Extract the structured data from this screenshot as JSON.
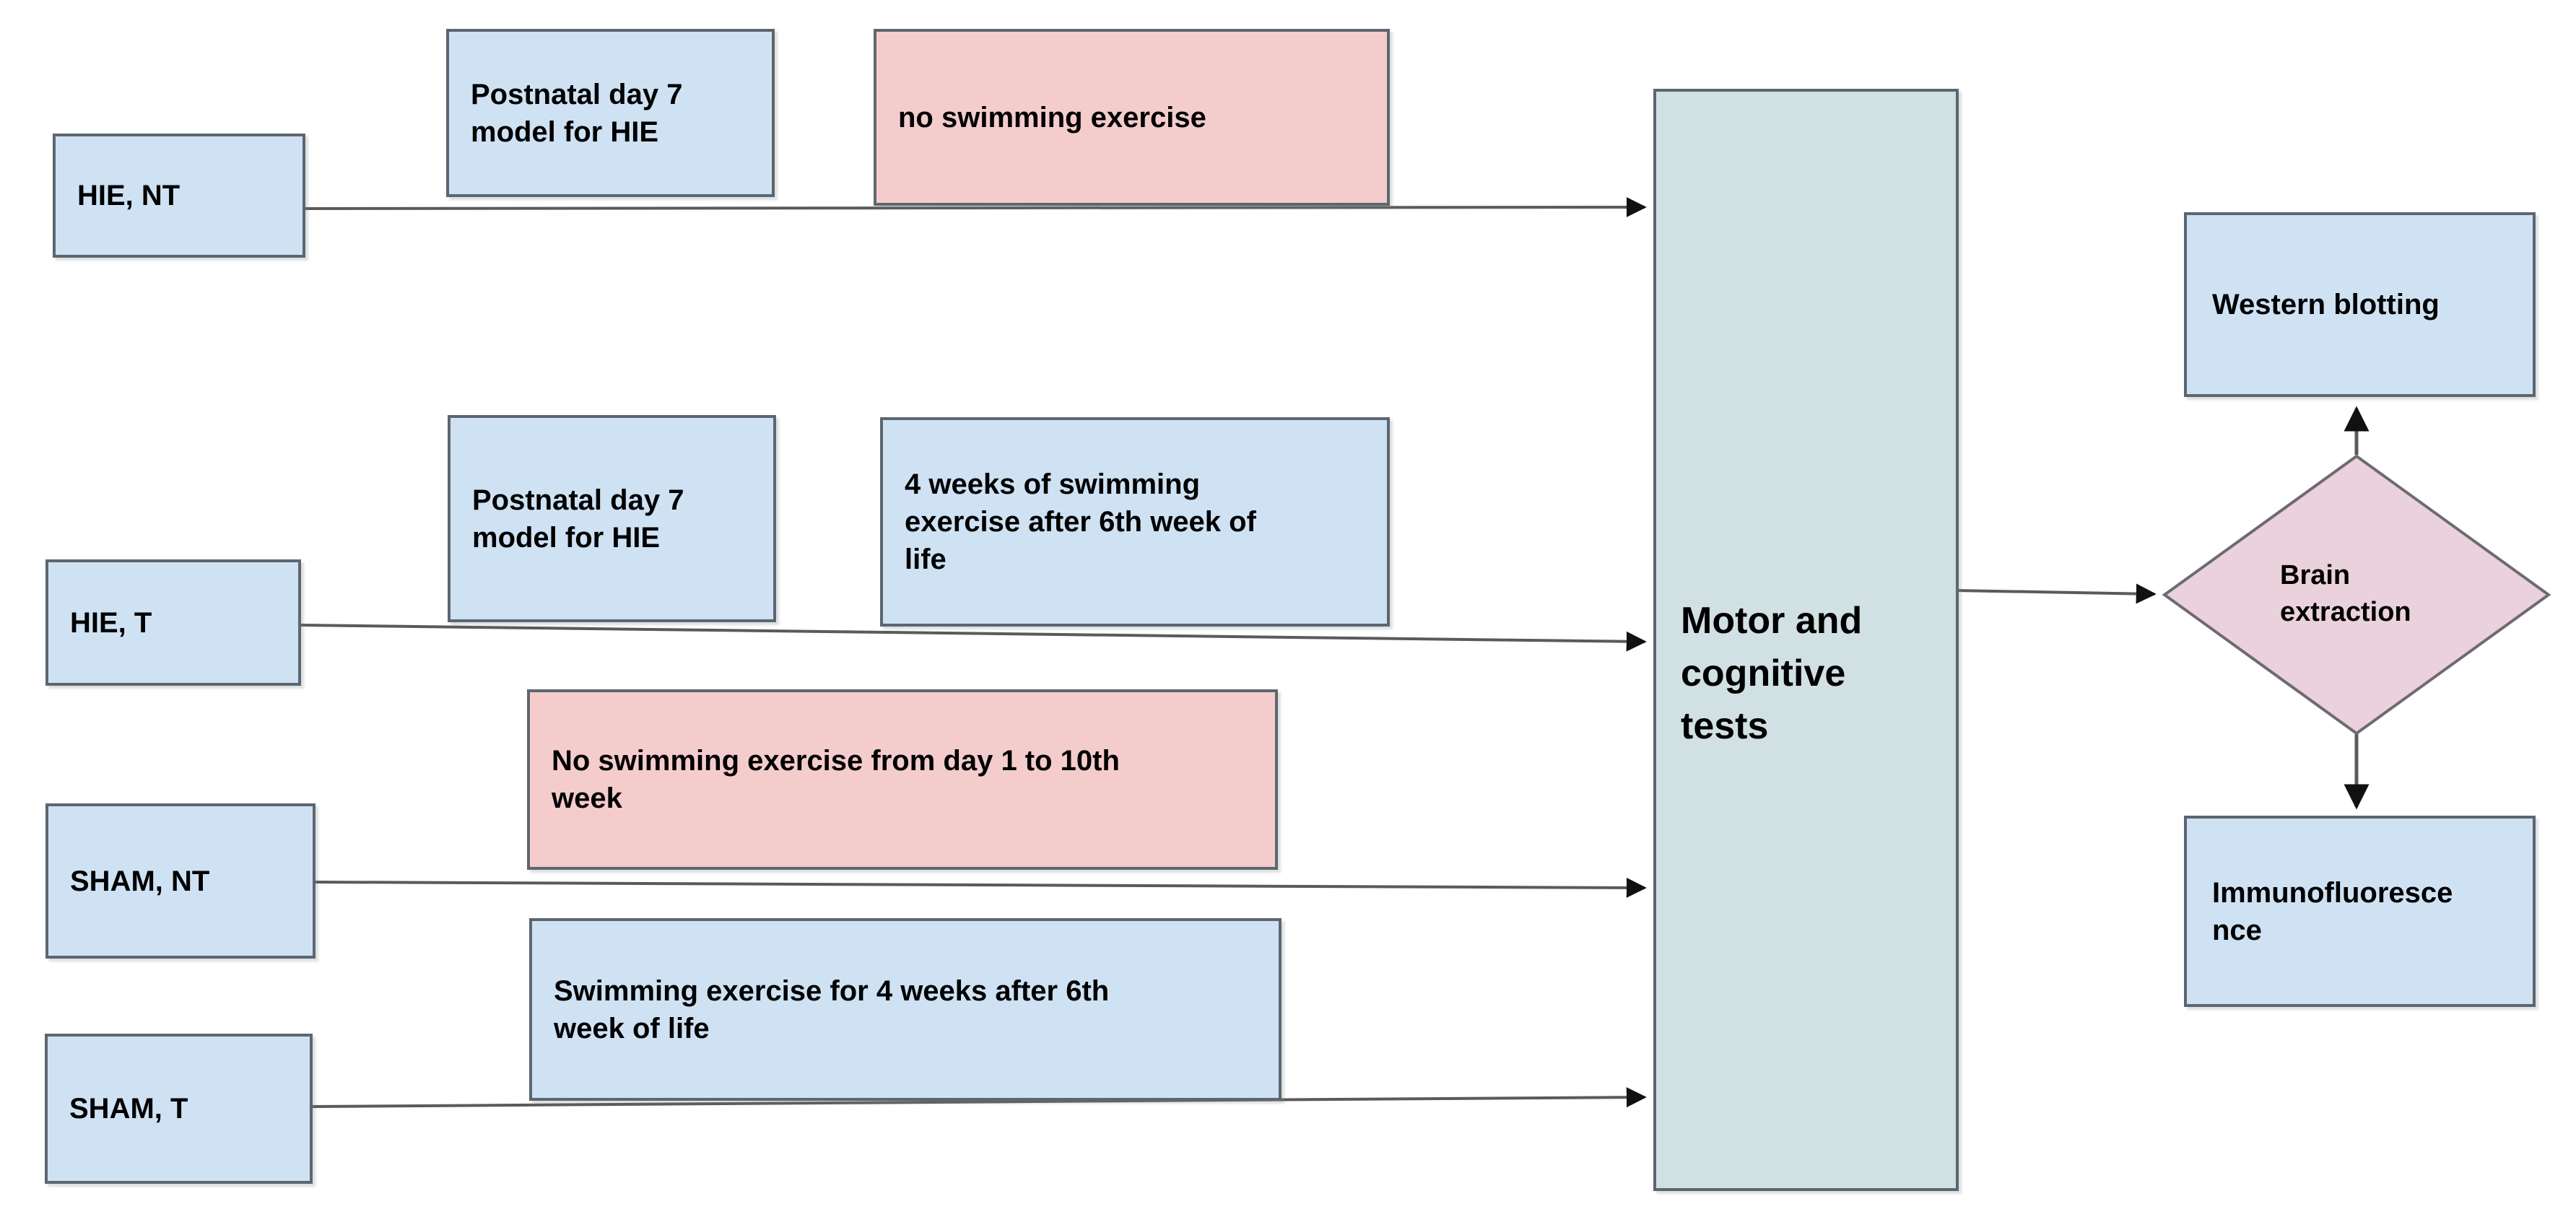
{
  "diagram": {
    "colors": {
      "group_box_fill": "#cfe2f3",
      "intervention_fill": "#f4cccc",
      "tests_box_fill": "#d0e0e3",
      "decision_fill": "#ead1dc",
      "box_border": "#5d6670",
      "connector_line": "#5a5a5a",
      "arrowhead": "#111111",
      "text": "#000000"
    },
    "groups": [
      {
        "label": "HIE, NT"
      },
      {
        "label": "HIE, T"
      },
      {
        "label": "SHAM, NT"
      },
      {
        "label": "SHAM, T"
      }
    ],
    "steps": [
      {
        "label": "Postnatal day 7\nmodel for HIE",
        "style": "blue"
      },
      {
        "label": "no swimming exercise",
        "style": "pink"
      },
      {
        "label": "Postnatal day 7\nmodel for HIE",
        "style": "blue"
      },
      {
        "label": "4 weeks of swimming\nexercise after 6th week of\nlife",
        "style": "blue"
      },
      {
        "label": "No swimming exercise from day 1 to 10th\nweek",
        "style": "pink"
      },
      {
        "label": "Swimming exercise for 4 weeks after 6th\nweek of life",
        "style": "blue"
      }
    ],
    "motor": {
      "label": "Motor and\ncognitive\ntests"
    },
    "decision": {
      "label": "Brain\nextraction"
    },
    "outputs": [
      {
        "label": "Western blotting"
      },
      {
        "label": "Immunofluorescence"
      }
    ]
  }
}
